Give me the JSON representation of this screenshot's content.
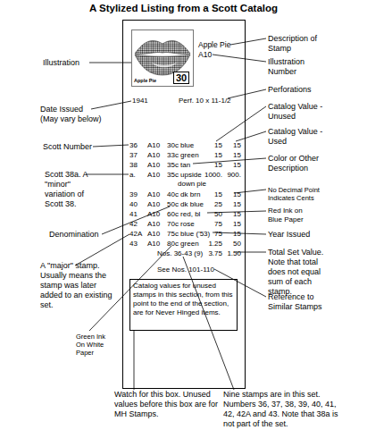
{
  "diagram": {
    "title": "A Stylized Listing from a Scott Catalog",
    "nodes": [
      {
        "text": [
          "Apple Pie",
          "A10",
          "1941",
          "Perf. 10 x 11-1/2",
          "36",
          "A10",
          "30c blue",
          "15",
          "15",
          "37",
          "A10",
          "33c green",
          "15",
          "15",
          "38",
          "A10",
          "35c tan",
          "15",
          "15",
          "a.",
          "A10",
          "35c upside down pie",
          "1000.",
          "900.",
          "39",
          "A10",
          "40c dk brn",
          "15",
          "15",
          "40",
          "A10",
          "50c dk blue",
          "25",
          "15",
          "41",
          "A10",
          "60c red, bl",
          "50",
          "15",
          "42",
          "A10",
          "70c rose",
          "75",
          "15",
          "42A",
          "A10",
          "75c blue ('53)",
          "75",
          "15",
          "43",
          "A10",
          "80c green",
          "1.25",
          "50",
          "Nos. 36-43 (9)",
          "3.75",
          "1.50",
          "See Nos. 101-110"
        ]
      },
      {
        "text": [
          "Apple Pie",
          "30"
        ],
        "in": 0
      },
      {
        "text": [
          "Catalog values for unused stamps in this section, from this point to the end of the section, are for Never Hinged items."
        ],
        "in": 0
      }
    ],
    "labels": [
      "Description of Stamp",
      "Illustration",
      "Illustration Number",
      "Perforations",
      "Date Issued (May vary below)",
      "Catalog Value - Unused",
      "Catalog Value - Used",
      "Scott Number",
      "Color or Other Description",
      "Scott 38a. A \"minor\" variation of Scott 38.",
      "No Decimal Point Indicates Cents",
      "Red Ink on Blue Paper",
      "Denomination",
      "Year Issued",
      "Total Set Value. Note that total does not equal sum of each stamp.",
      "A \"major\" stamp. Usually means the stamp was later added to an existing set.",
      "Reference to Similar Stamps",
      "Green Ink On White Paper",
      "Watch for this box. Unused values before this box are for MH Stamps.",
      "Nine stamps are in this set. Numbers 36, 37, 38, 39, 40, 41, 42, 42A and 43. Note that 38a is not part of the set."
    ]
  }
}
